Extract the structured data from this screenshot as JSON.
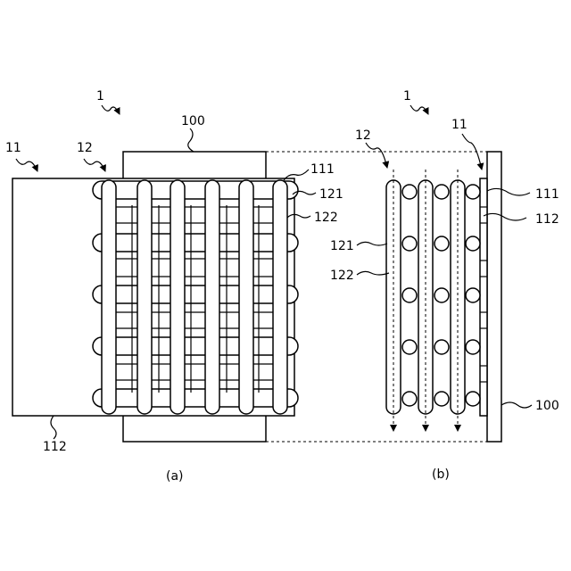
{
  "labels": {
    "a_device": "1",
    "a_frame": "11",
    "a_tube_assembly": "12",
    "a_base": "100",
    "a_111": "111",
    "a_121": "121",
    "a_122": "122",
    "a_112": "112",
    "b_device": "1",
    "b_tube_assembly": "12",
    "b_frame": "11",
    "b_111": "111",
    "b_112": "112",
    "b_121": "121",
    "b_122": "122",
    "b_base": "100"
  },
  "captions": {
    "a": "(a)",
    "b": "(b)"
  }
}
